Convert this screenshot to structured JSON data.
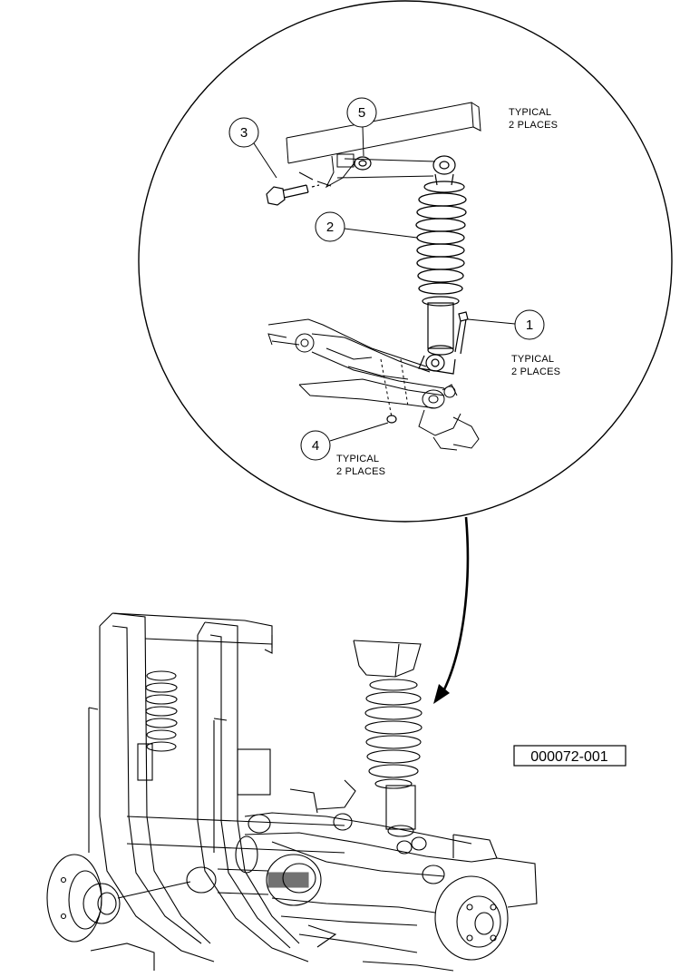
{
  "callouts": [
    {
      "num": "1",
      "note_line1": "TYPICAL",
      "note_line2": "2 PLACES"
    },
    {
      "num": "2"
    },
    {
      "num": "3"
    },
    {
      "num": "4",
      "note_line1": "TYPICAL",
      "note_line2": "2 PLACES"
    },
    {
      "num": "5"
    }
  ],
  "top_note": {
    "line1": "TYPICAL",
    "line2": "2 PLACES"
  },
  "figure_id": "000072-001"
}
